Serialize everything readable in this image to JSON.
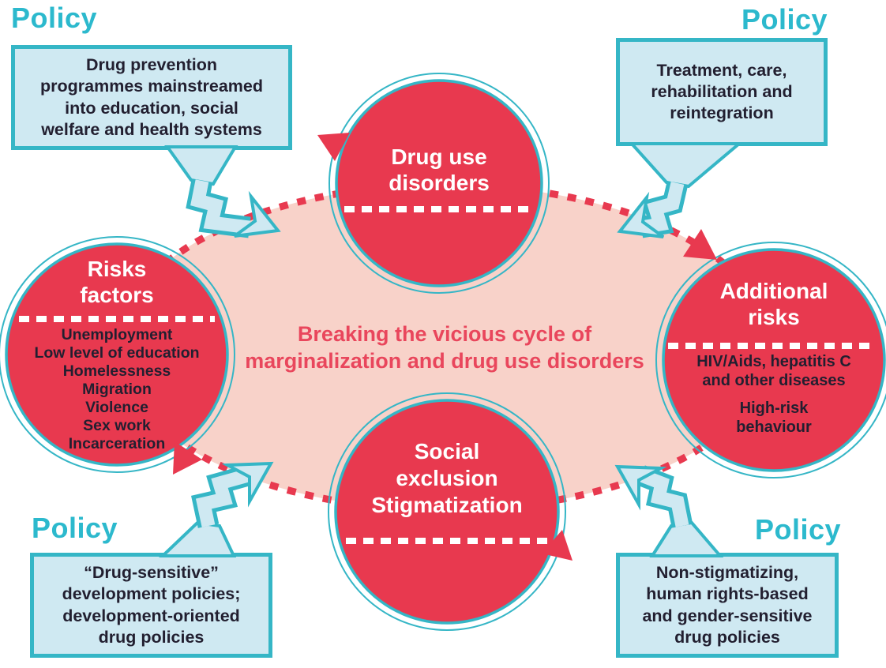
{
  "diagram_title_lines": [
    "Breaking the vicious cycle of",
    "marginalization and drug use disorders"
  ],
  "cycle": {
    "direction": "clockwise",
    "nodes": {
      "top": {
        "title_lines": [
          "Drug use",
          "disorders"
        ]
      },
      "right": {
        "title_lines": [
          "Additional",
          "risks"
        ],
        "item1_lines": [
          "HIV/Aids, hepatitis C",
          "and other diseases"
        ],
        "item2_lines": [
          "High-risk",
          "behaviour"
        ]
      },
      "bottom": {
        "title_lines": [
          "Social",
          "exclusion",
          "Stigmatization"
        ]
      },
      "left": {
        "title_lines": [
          "Risks",
          "factors"
        ],
        "items": [
          "Unemployment",
          "Low level of education",
          "Homelessness",
          "Migration",
          "Violence",
          "Sex work",
          "Incarceration"
        ]
      }
    }
  },
  "policies": {
    "top_left": {
      "heading": "Policy",
      "text_lines": [
        "Drug prevention",
        "programmes mainstreamed",
        "into education, social",
        "welfare and health systems"
      ]
    },
    "top_right": {
      "heading": "Policy",
      "text_lines": [
        "Treatment, care,",
        "rehabilitation and",
        "reintegration"
      ]
    },
    "bottom_left": {
      "heading": "Policy",
      "text_lines": [
        "“Drug-sensitive”",
        "development policies;",
        "development-oriented",
        "drug policies"
      ]
    },
    "bottom_right": {
      "heading": "Policy",
      "text_lines": [
        "Non-stigmatizing,",
        "human rights-based",
        "and gender-sensitive",
        "drug policies"
      ]
    }
  },
  "colors": {
    "node_red": "#E8394F",
    "cycle_arc_red": "#E8394F",
    "center_text_red": "#E9465C",
    "teal_outline": "#35B6C6",
    "policy_heading_teal": "#2CB9CD",
    "callout_fill_blue": "#CFE9F2",
    "inner_ellipse_pink": "#F8D2C9",
    "dark_text": "#221F30",
    "node_text_white": "#FFFFFF"
  }
}
